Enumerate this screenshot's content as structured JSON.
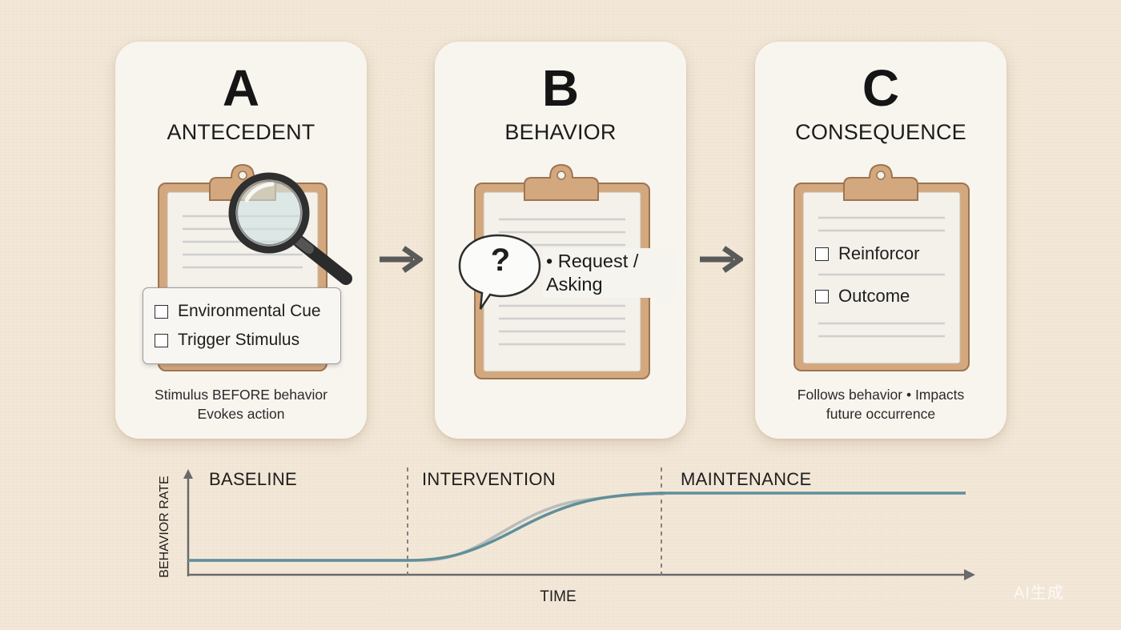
{
  "cards": [
    {
      "letter": "A",
      "title": "ANTECEDENT",
      "items": [
        "Environmental Cue",
        "Trigger Stimulus"
      ],
      "caption_lines": [
        "Stimulus BEFORE behavior",
        "Evokes action"
      ]
    },
    {
      "letter": "B",
      "title": "BEHAVIOR",
      "bubble_symbol": "?",
      "label": "• Request / Asking",
      "caption_lines": []
    },
    {
      "letter": "C",
      "title": "CONSEQUENCE",
      "items": [
        "Reinforcor",
        "Outcome"
      ],
      "caption_lines": [
        "Follows behavior • Impacts",
        "future occurrence"
      ]
    }
  ],
  "icons": {
    "magnifier": "magnifying-glass-icon",
    "clipboard": "clipboard-icon",
    "bubble": "speech-bubble-icon",
    "flow_arrow": "right-arrow-icon"
  },
  "timeline": {
    "phases": [
      "BASELINE",
      "INTERVENTION",
      "MAINTENANCE"
    ],
    "x_label": "TIME",
    "y_label": "BEHAVIOR RATE",
    "line_color": "#5f8f9a",
    "ghost_line_color": "#b9bcbc"
  },
  "watermark": "AI生成",
  "colors": {
    "background": "#f3e8d8",
    "card": "#f8f5ef",
    "clipboard_frame": "#d4a87e",
    "clipboard_paper": "#f4f1ea"
  }
}
